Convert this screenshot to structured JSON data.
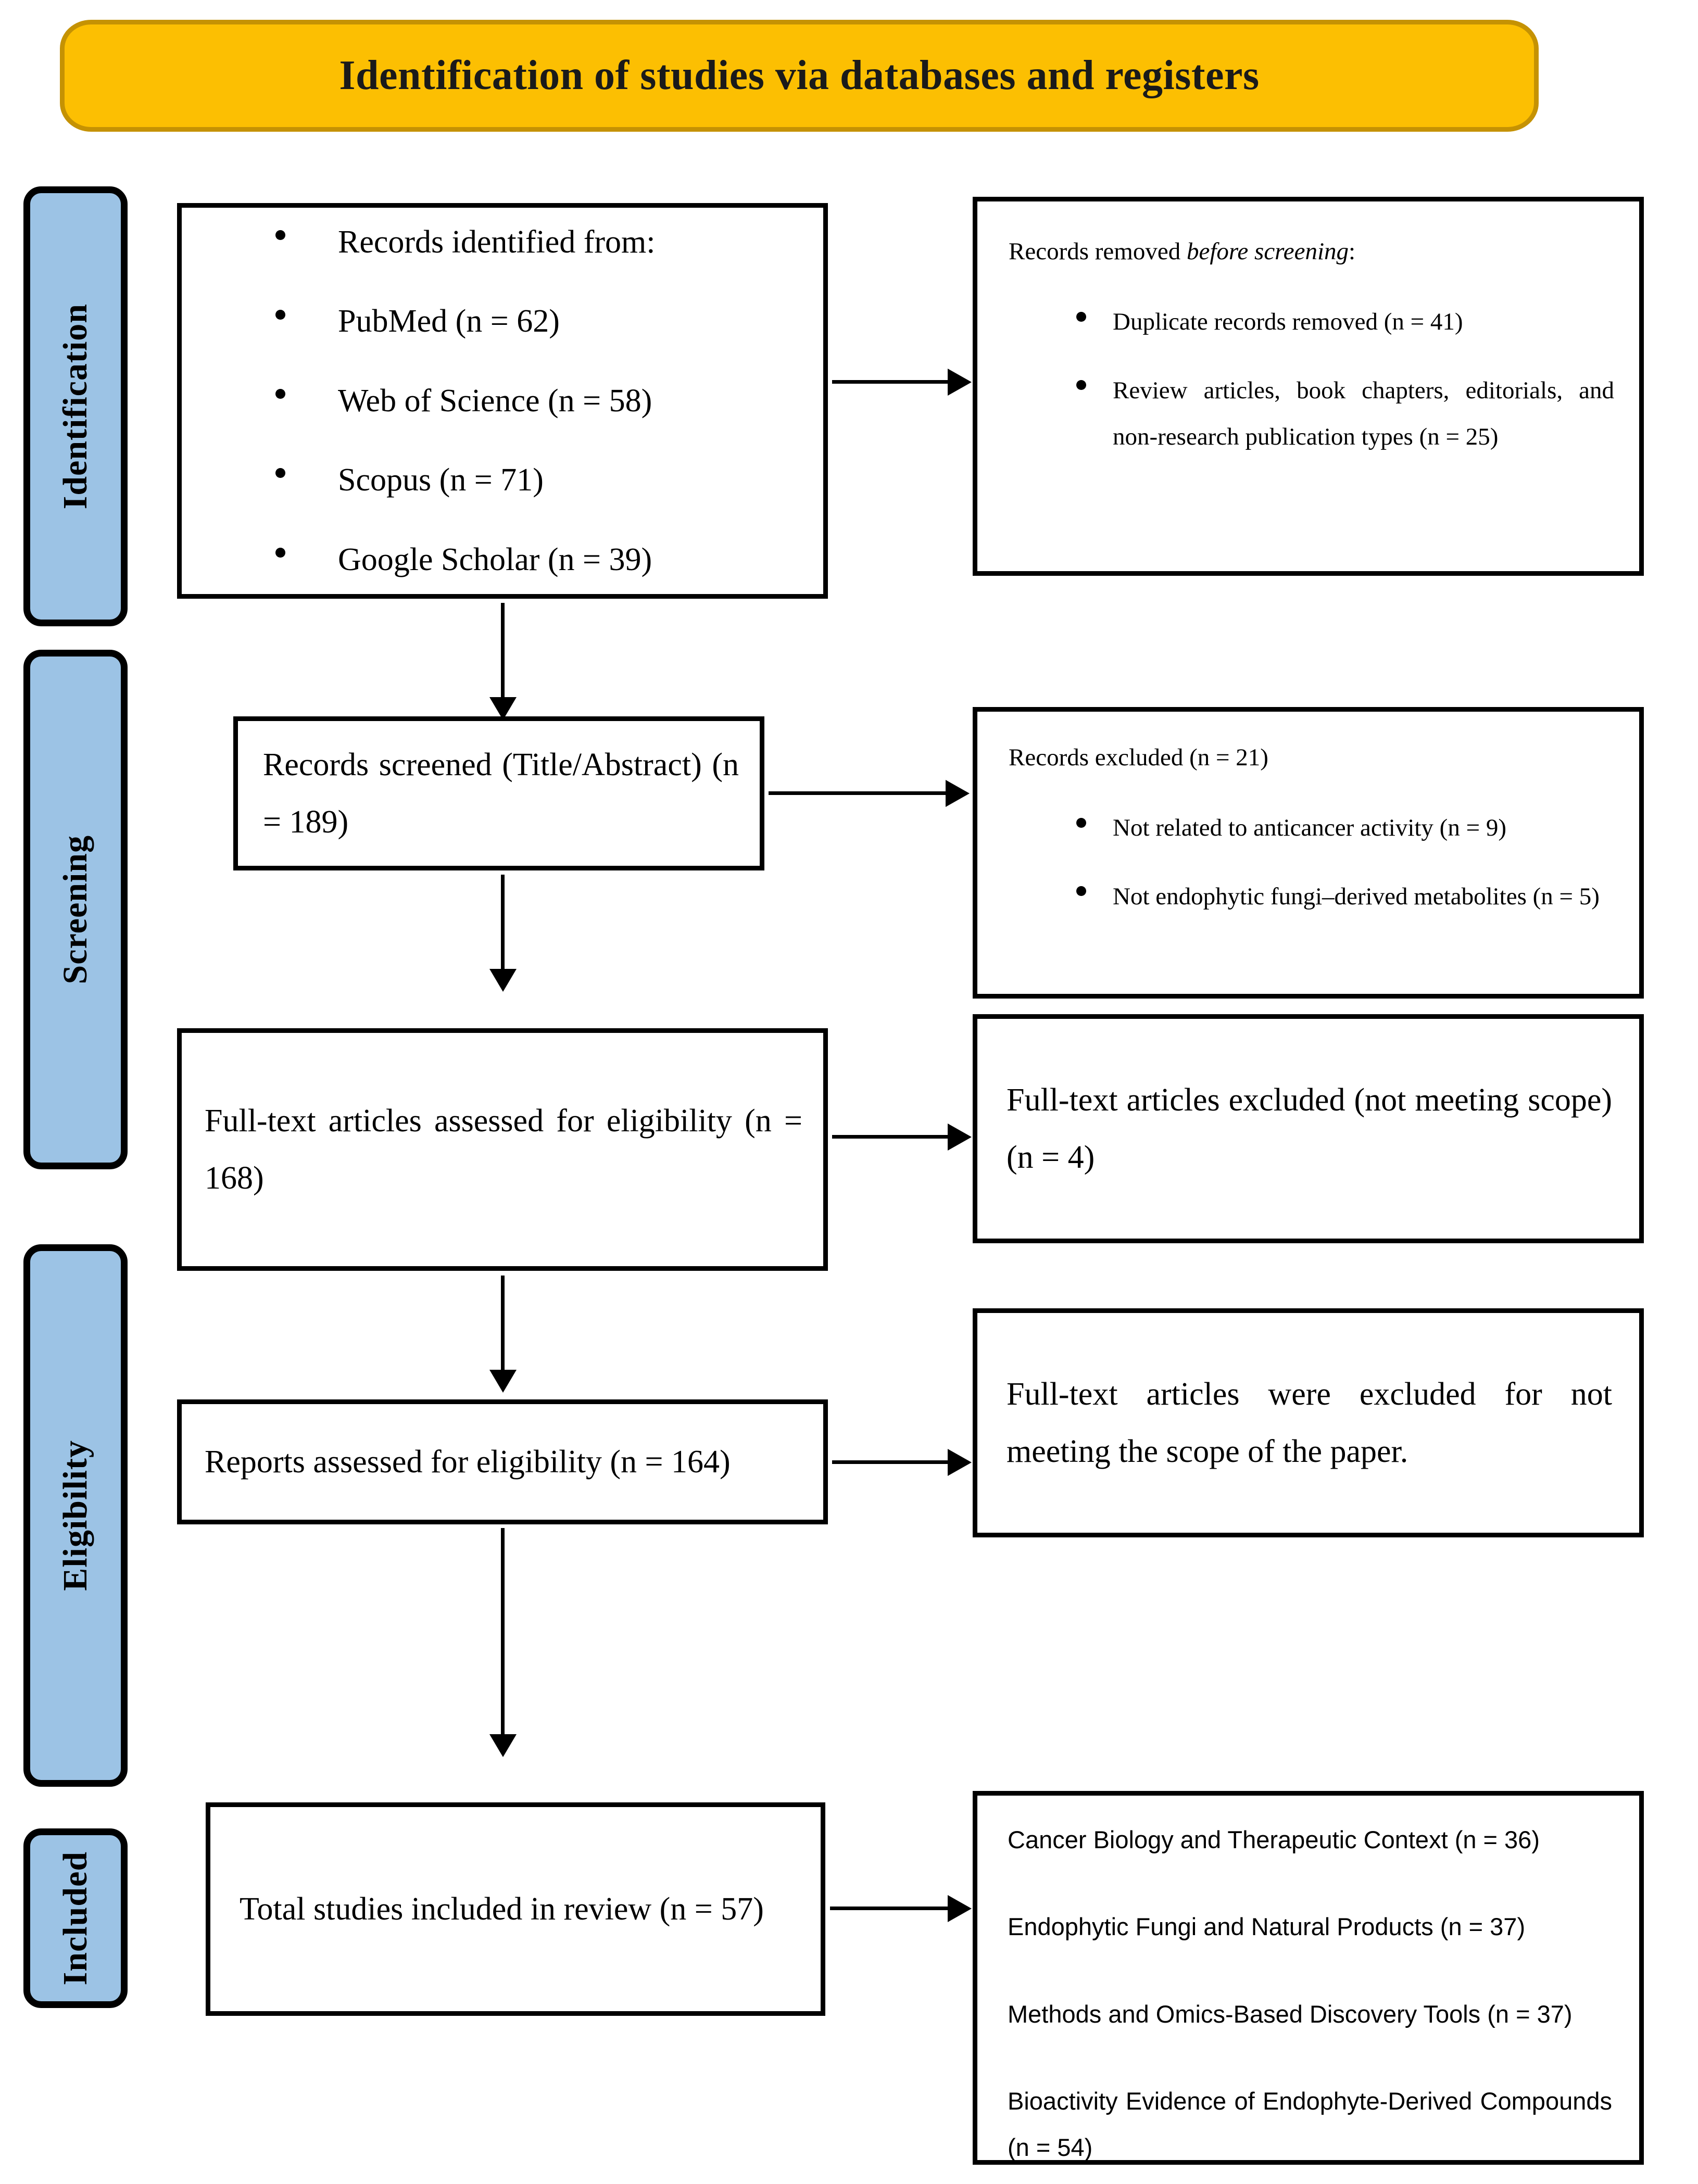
{
  "banner": {
    "title": "Identification of studies via databases and registers",
    "fill_color": "#FCBF02",
    "border_color": "#C59203"
  },
  "rails": {
    "fill_color": "#9CC3E5",
    "items": [
      {
        "id": "identification",
        "label": "Identification"
      },
      {
        "id": "screening",
        "label": "Screening"
      },
      {
        "id": "eligibility",
        "label": "Eligibility"
      },
      {
        "id": "included",
        "label": "Included"
      }
    ]
  },
  "boxes": {
    "records_identified": {
      "items": [
        "Records identified from:",
        "PubMed (n = 62)",
        "Web of Science (n = 58)",
        "Scopus (n = 71)",
        "Google Scholar (n = 39)"
      ]
    },
    "records_removed": {
      "heading_prefix": "Records removed ",
      "heading_italic": "before screening",
      "heading_suffix": ":",
      "items": [
        "Duplicate records removed (n = 41)",
        "Review articles, book chapters, editorials, and non-research publication types (n = 25)"
      ]
    },
    "records_screened": {
      "text": "Records screened (Title/Abstract) (n = 189)"
    },
    "records_excluded": {
      "heading": "Records excluded (n = 21)",
      "items": [
        "Not related to anticancer activity (n = 9)",
        "Not endophytic fungi–derived metabolites (n = 5)"
      ]
    },
    "fulltext_assessed": {
      "text": "Full-text articles assessed for eligibility (n = 168)"
    },
    "fulltext_excluded": {
      "text": "Full-text articles excluded (not meeting scope) (n = 4)"
    },
    "reports_assessed": {
      "text": "Reports assessed for eligibility (n = 164)"
    },
    "reports_excluded_reason": {
      "text": "Full-text articles were excluded for not meeting the scope of the paper."
    },
    "total_included": {
      "text": "Total studies included in review  (n = 57)"
    },
    "included_categories": {
      "items": [
        "Cancer Biology and Therapeutic Context (n = 36)",
        "Endophytic Fungi and Natural Products (n = 37)",
        "Methods and Omics-Based Discovery Tools (n = 37)",
        "Bioactivity Evidence of Endophyte-Derived Compounds (n = 54)"
      ]
    }
  }
}
